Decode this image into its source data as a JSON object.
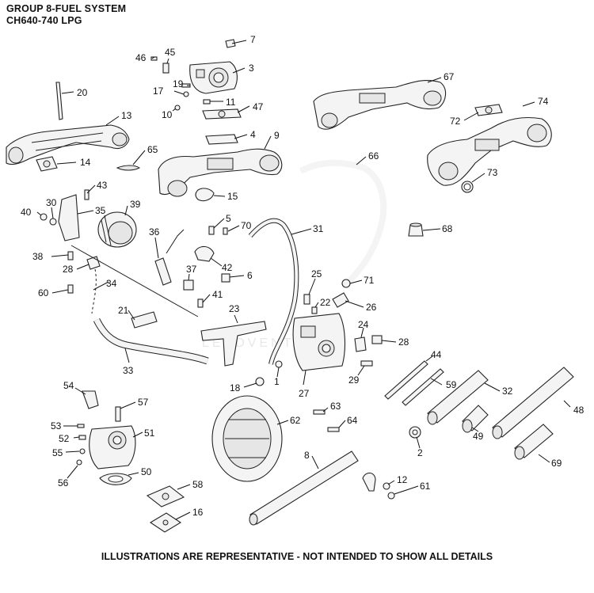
{
  "header": {
    "title": "GROUP 8-FUEL SYSTEM",
    "subtitle": "CH640-740 LPG"
  },
  "footer": {
    "note": "ILLUSTRATIONS ARE REPRESENTATIVE - NOT INTENDED TO SHOW ALL DETAILS"
  },
  "watermark": {
    "text": "LEADVENTURE"
  },
  "callouts": [
    {
      "id": "7",
      "label": "7"
    },
    {
      "id": "46",
      "label": "46"
    },
    {
      "id": "45",
      "label": "45"
    },
    {
      "id": "3",
      "label": "3"
    },
    {
      "id": "19",
      "label": "19"
    },
    {
      "id": "17",
      "label": "17"
    },
    {
      "id": "11",
      "label": "11"
    },
    {
      "id": "10",
      "label": "10"
    },
    {
      "id": "47",
      "label": "47"
    },
    {
      "id": "20",
      "label": "20"
    },
    {
      "id": "13",
      "label": "13"
    },
    {
      "id": "67",
      "label": "67"
    },
    {
      "id": "74",
      "label": "74"
    },
    {
      "id": "72",
      "label": "72"
    },
    {
      "id": "4",
      "label": "4"
    },
    {
      "id": "9",
      "label": "9"
    },
    {
      "id": "65",
      "label": "65"
    },
    {
      "id": "14",
      "label": "14"
    },
    {
      "id": "66",
      "label": "66"
    },
    {
      "id": "73",
      "label": "73"
    },
    {
      "id": "15",
      "label": "15"
    },
    {
      "id": "43",
      "label": "43"
    },
    {
      "id": "30",
      "label": "30"
    },
    {
      "id": "40",
      "label": "40"
    },
    {
      "id": "35",
      "label": "35"
    },
    {
      "id": "39",
      "label": "39"
    },
    {
      "id": "5",
      "label": "5"
    },
    {
      "id": "70",
      "label": "70"
    },
    {
      "id": "31",
      "label": "31"
    },
    {
      "id": "68",
      "label": "68"
    },
    {
      "id": "36",
      "label": "36"
    },
    {
      "id": "38",
      "label": "38"
    },
    {
      "id": "28a",
      "label": "28"
    },
    {
      "id": "42",
      "label": "42"
    },
    {
      "id": "37",
      "label": "37"
    },
    {
      "id": "6",
      "label": "6"
    },
    {
      "id": "25",
      "label": "25"
    },
    {
      "id": "71",
      "label": "71"
    },
    {
      "id": "34",
      "label": "34"
    },
    {
      "id": "60",
      "label": "60"
    },
    {
      "id": "41",
      "label": "41"
    },
    {
      "id": "22",
      "label": "22"
    },
    {
      "id": "26",
      "label": "26"
    },
    {
      "id": "21",
      "label": "21"
    },
    {
      "id": "23",
      "label": "23"
    },
    {
      "id": "24",
      "label": "24"
    },
    {
      "id": "28b",
      "label": "28"
    },
    {
      "id": "44",
      "label": "44"
    },
    {
      "id": "33",
      "label": "33"
    },
    {
      "id": "1",
      "label": "1"
    },
    {
      "id": "29",
      "label": "29"
    },
    {
      "id": "18",
      "label": "18"
    },
    {
      "id": "27",
      "label": "27"
    },
    {
      "id": "59",
      "label": "59"
    },
    {
      "id": "32",
      "label": "32"
    },
    {
      "id": "54",
      "label": "54"
    },
    {
      "id": "57",
      "label": "57"
    },
    {
      "id": "63",
      "label": "63"
    },
    {
      "id": "48",
      "label": "48"
    },
    {
      "id": "62",
      "label": "62"
    },
    {
      "id": "64",
      "label": "64"
    },
    {
      "id": "53",
      "label": "53"
    },
    {
      "id": "51",
      "label": "51"
    },
    {
      "id": "52",
      "label": "52"
    },
    {
      "id": "49",
      "label": "49"
    },
    {
      "id": "55",
      "label": "55"
    },
    {
      "id": "2",
      "label": "2"
    },
    {
      "id": "8",
      "label": "8"
    },
    {
      "id": "69",
      "label": "69"
    },
    {
      "id": "56",
      "label": "56"
    },
    {
      "id": "50",
      "label": "50"
    },
    {
      "id": "12",
      "label": "12"
    },
    {
      "id": "61",
      "label": "61"
    },
    {
      "id": "58",
      "label": "58"
    },
    {
      "id": "16",
      "label": "16"
    }
  ]
}
